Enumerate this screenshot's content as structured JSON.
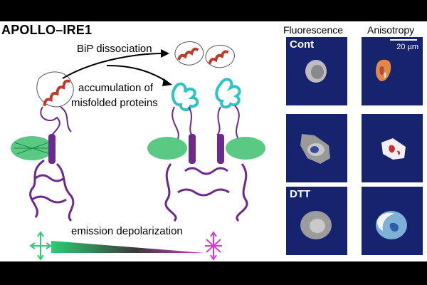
{
  "title": "APOLLO–IRE1",
  "labels": {
    "bip_dissociation": "BiP dissociation",
    "accumulation_line1": "accumulation of",
    "accumulation_line2": "misfolded proteins",
    "emission": "emission depolarization"
  },
  "columns": {
    "fluorescence": "Fluorescence",
    "anisotropy": "Anisotropy"
  },
  "panels": {
    "row1_tag": "Cont",
    "row3_tag": "DTT",
    "scale_bar": "20 µm"
  },
  "colors": {
    "protein_purple": "#6b2a8c",
    "gfp_green": "#3cbf6e",
    "bip_red": "#c0392b",
    "misfolded_cyan": "#2ec4c4",
    "panel_navy": "#16236e",
    "gradient_start": "#2ecc71",
    "gradient_end": "#d63ad6"
  }
}
